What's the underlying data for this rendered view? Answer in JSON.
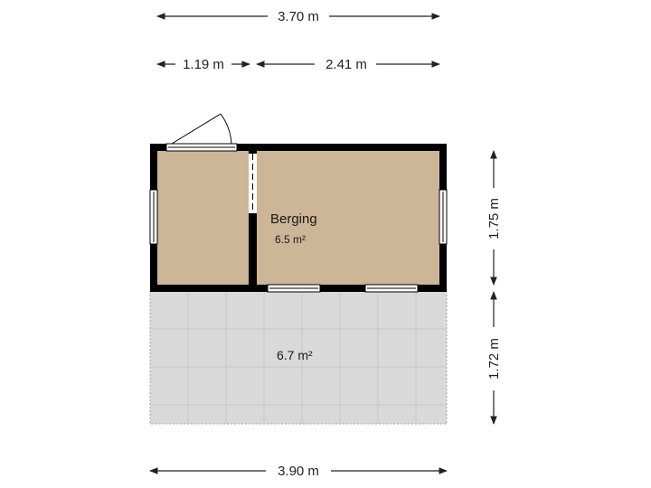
{
  "dimensions": {
    "top_total": "3.70 m",
    "top_left": "1.19 m",
    "top_right": "2.41 m",
    "right_upper": "1.75 m",
    "right_lower": "1.72 m",
    "bottom_total": "3.90 m"
  },
  "rooms": {
    "storage": {
      "name": "Berging",
      "area": "6.5 m²"
    },
    "terrace": {
      "area": "6.7 m²"
    }
  },
  "colors": {
    "floor": "#cdb597",
    "terrace": "#d9d9d9",
    "terrace_grid": "#cacaca",
    "wall": "#000000",
    "dimension_line": "#222222"
  }
}
